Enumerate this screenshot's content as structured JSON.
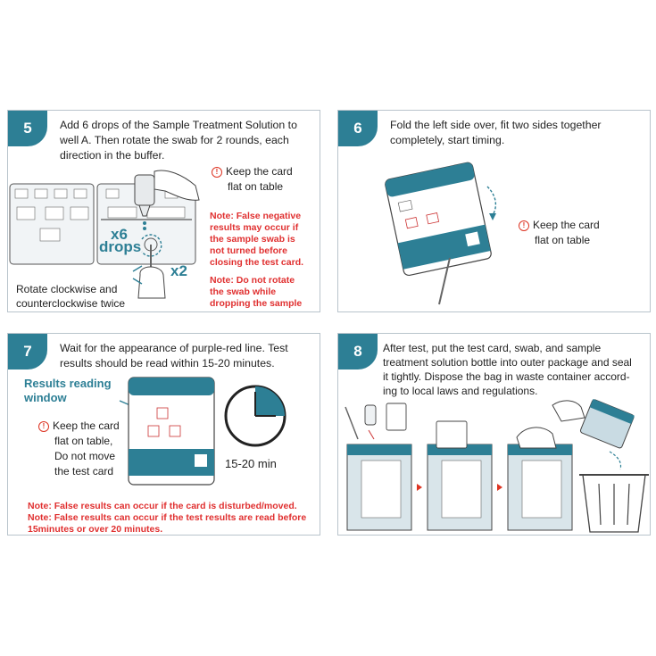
{
  "colors": {
    "accent": "#2d7f95",
    "warning": "#e03030",
    "border": "#b9c4cc",
    "text": "#222222"
  },
  "step5": {
    "number": "5",
    "title_lines": [
      "Add 6 drops of the Sample Treatment Solution to",
      "well A. Then rotate the swab for 2 rounds, each",
      "direction in the buffer."
    ],
    "keep_lines": [
      "Keep the card",
      "flat on table"
    ],
    "note1_lines": [
      "Note: False negative",
      "results may occur if",
      "the sample swab is",
      "not turned before",
      "closing the test card."
    ],
    "note2_lines": [
      "Note: Do not rotate",
      "the swab while",
      "dropping the sample"
    ],
    "drops_count": "x6",
    "drops_word": "drops",
    "rotation_count": "x2",
    "rotate_lines": [
      "Rotate clockwise and",
      "counterclockwise twice"
    ]
  },
  "step6": {
    "number": "6",
    "title_lines": [
      "Fold the left side over, fit two sides together",
      "completely, start timing."
    ],
    "keep_lines": [
      "Keep the card",
      "flat on table"
    ]
  },
  "step7": {
    "number": "7",
    "title_lines": [
      "Wait for the appearance of purple-red line. Test",
      "results should be read within 15-20 minutes."
    ],
    "window_label_lines": [
      "Results reading",
      "window"
    ],
    "keep_lines": [
      "Keep the card",
      "flat on table,",
      "Do not move",
      "the test card"
    ],
    "timer_label": "15-20 min",
    "note_lines": [
      "Note: False results can occur if the card is disturbed/moved.",
      "Note: False results can occur if the test results are read before",
      "15minutes or over 20 minutes."
    ]
  },
  "step8": {
    "number": "8",
    "title_lines": [
      "After test, put the test card, swab, and sample",
      "treatment solution bottle into outer package and seal",
      "it tightly. Dispose the bag in waste container accord-",
      "ing to local laws and regulations."
    ]
  }
}
